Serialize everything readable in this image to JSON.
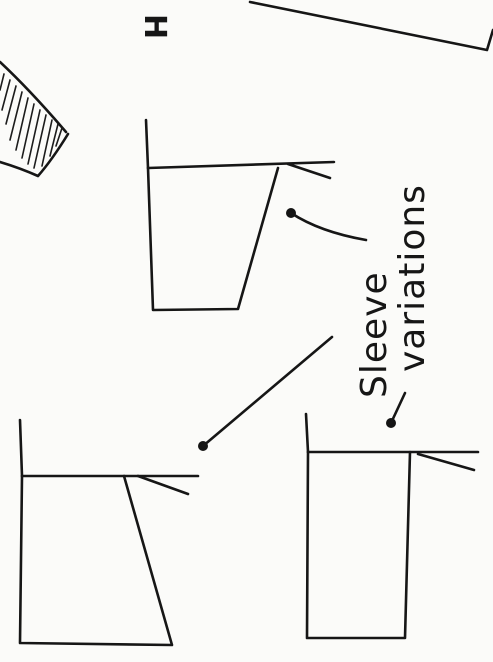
{
  "annotation": {
    "line1": "Sleeve",
    "line2": "variations"
  },
  "corner_mark": "H"
}
